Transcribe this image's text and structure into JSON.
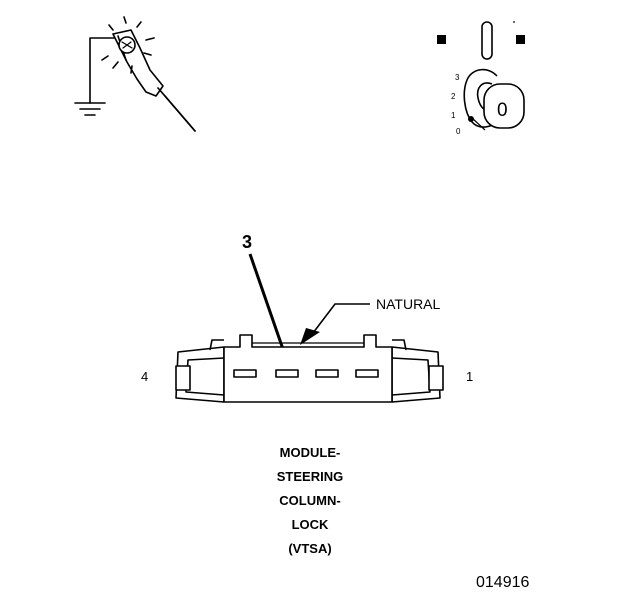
{
  "diagram": {
    "callout_number": "3",
    "wire_color_label": "NATURAL",
    "pin_left": "4",
    "pin_right": "1",
    "ignition_positions": [
      "3",
      "2",
      "1",
      "0"
    ],
    "key_symbol": "0",
    "component_title_lines": [
      "MODULE-",
      "STEERING",
      "COLUMN-",
      "LOCK",
      "(VTSA)"
    ],
    "figure_id": "014916",
    "icons": {
      "probe": "test-light-probe-icon",
      "ground": "ground-symbol-icon",
      "ignition": "ignition-switch-icon",
      "key": "ignition-key-icon"
    },
    "colors": {
      "line": "#000000",
      "background": "#ffffff"
    }
  }
}
